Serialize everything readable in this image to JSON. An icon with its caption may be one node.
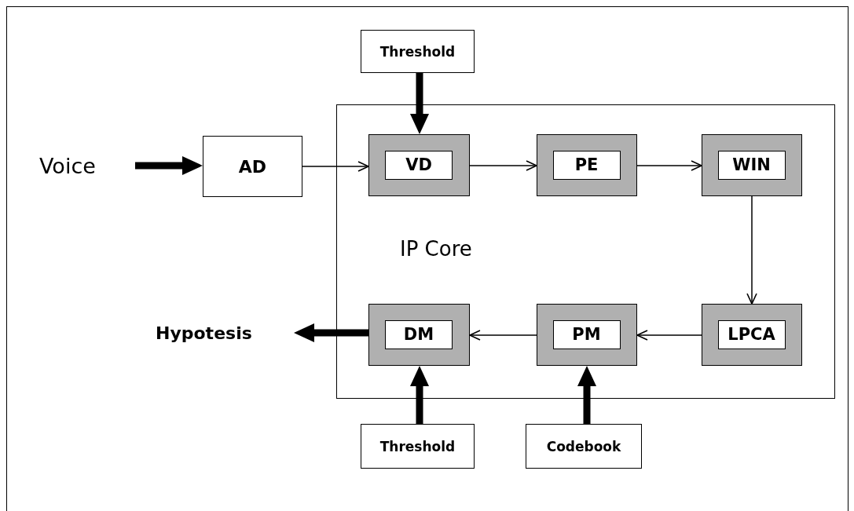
{
  "diagram": {
    "nodes": [
      {
        "text": [
          "Threshold"
        ]
      },
      {
        "text": [
          "Voice"
        ]
      },
      {
        "text": [
          "AD"
        ]
      },
      {
        "text": [
          "IP Core"
        ]
      },
      {
        "text": [
          "VD"
        ],
        "in": 3
      },
      {
        "text": [
          "PE"
        ],
        "in": 3
      },
      {
        "text": [
          "WIN"
        ],
        "in": 3
      },
      {
        "text": [
          "LPCA"
        ],
        "in": 3
      },
      {
        "text": [
          "PM"
        ],
        "in": 3
      },
      {
        "text": [
          "DM"
        ],
        "in": 3
      },
      {
        "text": [
          "Hypotesis"
        ]
      },
      {
        "text": [
          "Threshold"
        ]
      },
      {
        "text": [
          "Codebook"
        ]
      }
    ],
    "edges": [
      {
        "from": 1,
        "to": 2,
        "arrow": "to",
        "style": "thick"
      },
      {
        "from": 2,
        "to": 4,
        "arrow": "to"
      },
      {
        "from": 0,
        "to": 4,
        "arrow": "to",
        "style": "thick"
      },
      {
        "from": 4,
        "to": 5,
        "arrow": "to"
      },
      {
        "from": 5,
        "to": 6,
        "arrow": "to"
      },
      {
        "from": 6,
        "to": 7,
        "arrow": "to"
      },
      {
        "from": 7,
        "to": 8,
        "arrow": "to"
      },
      {
        "from": 8,
        "to": 9,
        "arrow": "to"
      },
      {
        "from": 9,
        "to": 10,
        "arrow": "to",
        "style": "thick"
      },
      {
        "from": 11,
        "to": 9,
        "arrow": "to",
        "style": "thick"
      },
      {
        "from": 12,
        "to": 8,
        "arrow": "to",
        "style": "thick"
      }
    ]
  }
}
